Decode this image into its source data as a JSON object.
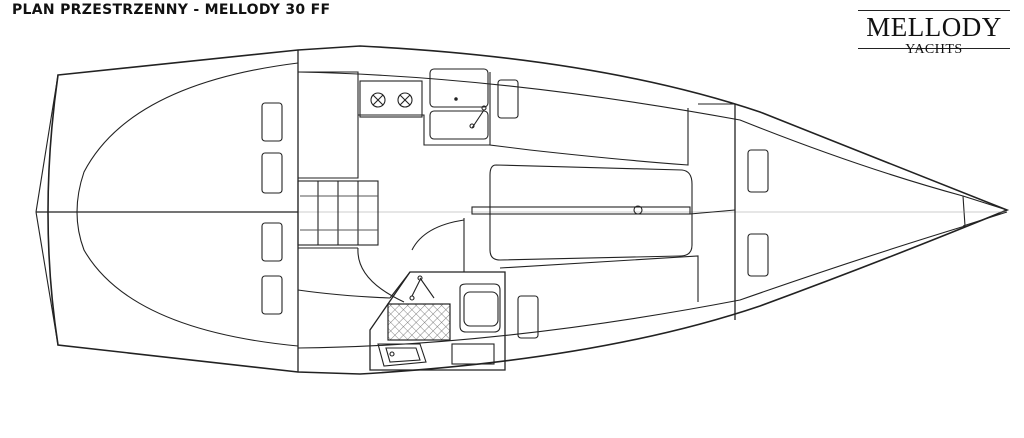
{
  "title": "PLAN PRZESTRZENNY - MELLODY 30 FF",
  "logo": {
    "brand": "MELLODY",
    "sub": "YACHTS"
  }
}
